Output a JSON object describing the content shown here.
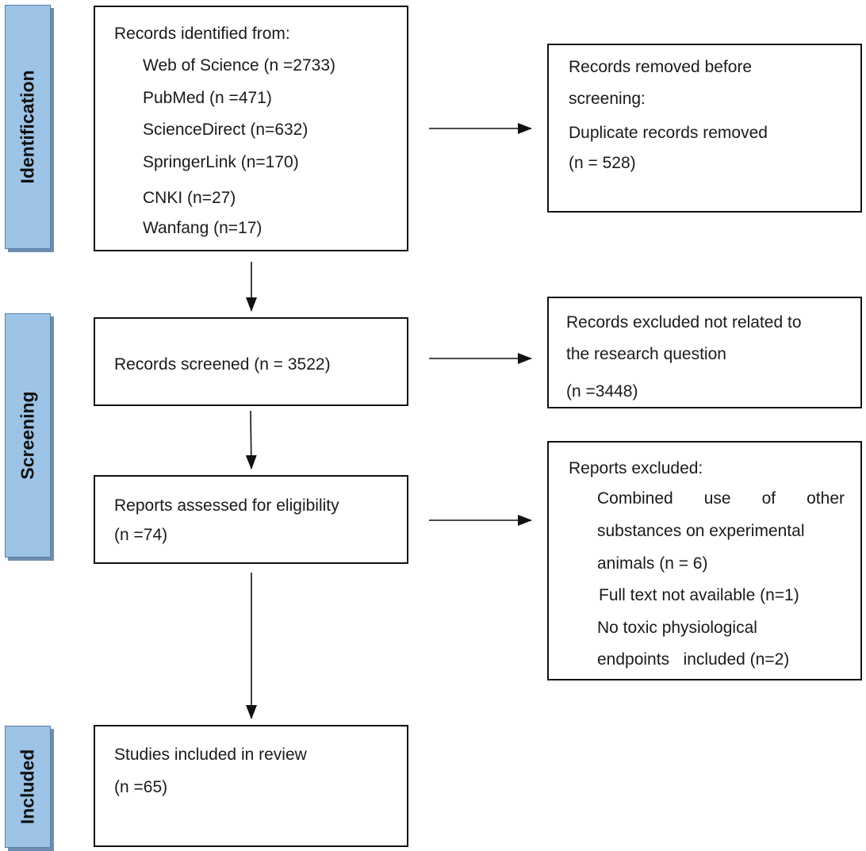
{
  "phases": {
    "identification": "Identification",
    "screening": "Screening",
    "included": "Included"
  },
  "records_identified": {
    "heading": "Records identified from:",
    "sources": [
      "Web of Science (n =2733)",
      "PubMed (n =471)",
      "ScienceDirect (n=632)",
      "SpringerLink (n=170)",
      "CNKI (n=27)",
      "Wanfang (n=17)"
    ]
  },
  "removed_before_screening": {
    "line1": "Records removed before",
    "line2": "screening:",
    "line3": "Duplicate records removed",
    "line4": "(n = 528)"
  },
  "records_screened": {
    "text": "Records screened (n = 3522)"
  },
  "records_excluded": {
    "line1": "Records excluded  not related to",
    "line2": "the research question",
    "line3": "(n =3448)"
  },
  "reports_assessed": {
    "line1": "Reports assessed for eligibility",
    "line2": "(n =74)"
  },
  "reports_excluded": {
    "heading": "Reports excluded:",
    "line1": "Combined use of other",
    "line2": "substances on experimental",
    "line3": "animals (n = 6)",
    "line4": "Full text not available (n=1)",
    "line5": "No toxic physiological",
    "line6": "endpoints   included (n=2)"
  },
  "studies_included": {
    "line1": "Studies included in review",
    "line2": "(n =65)"
  }
}
